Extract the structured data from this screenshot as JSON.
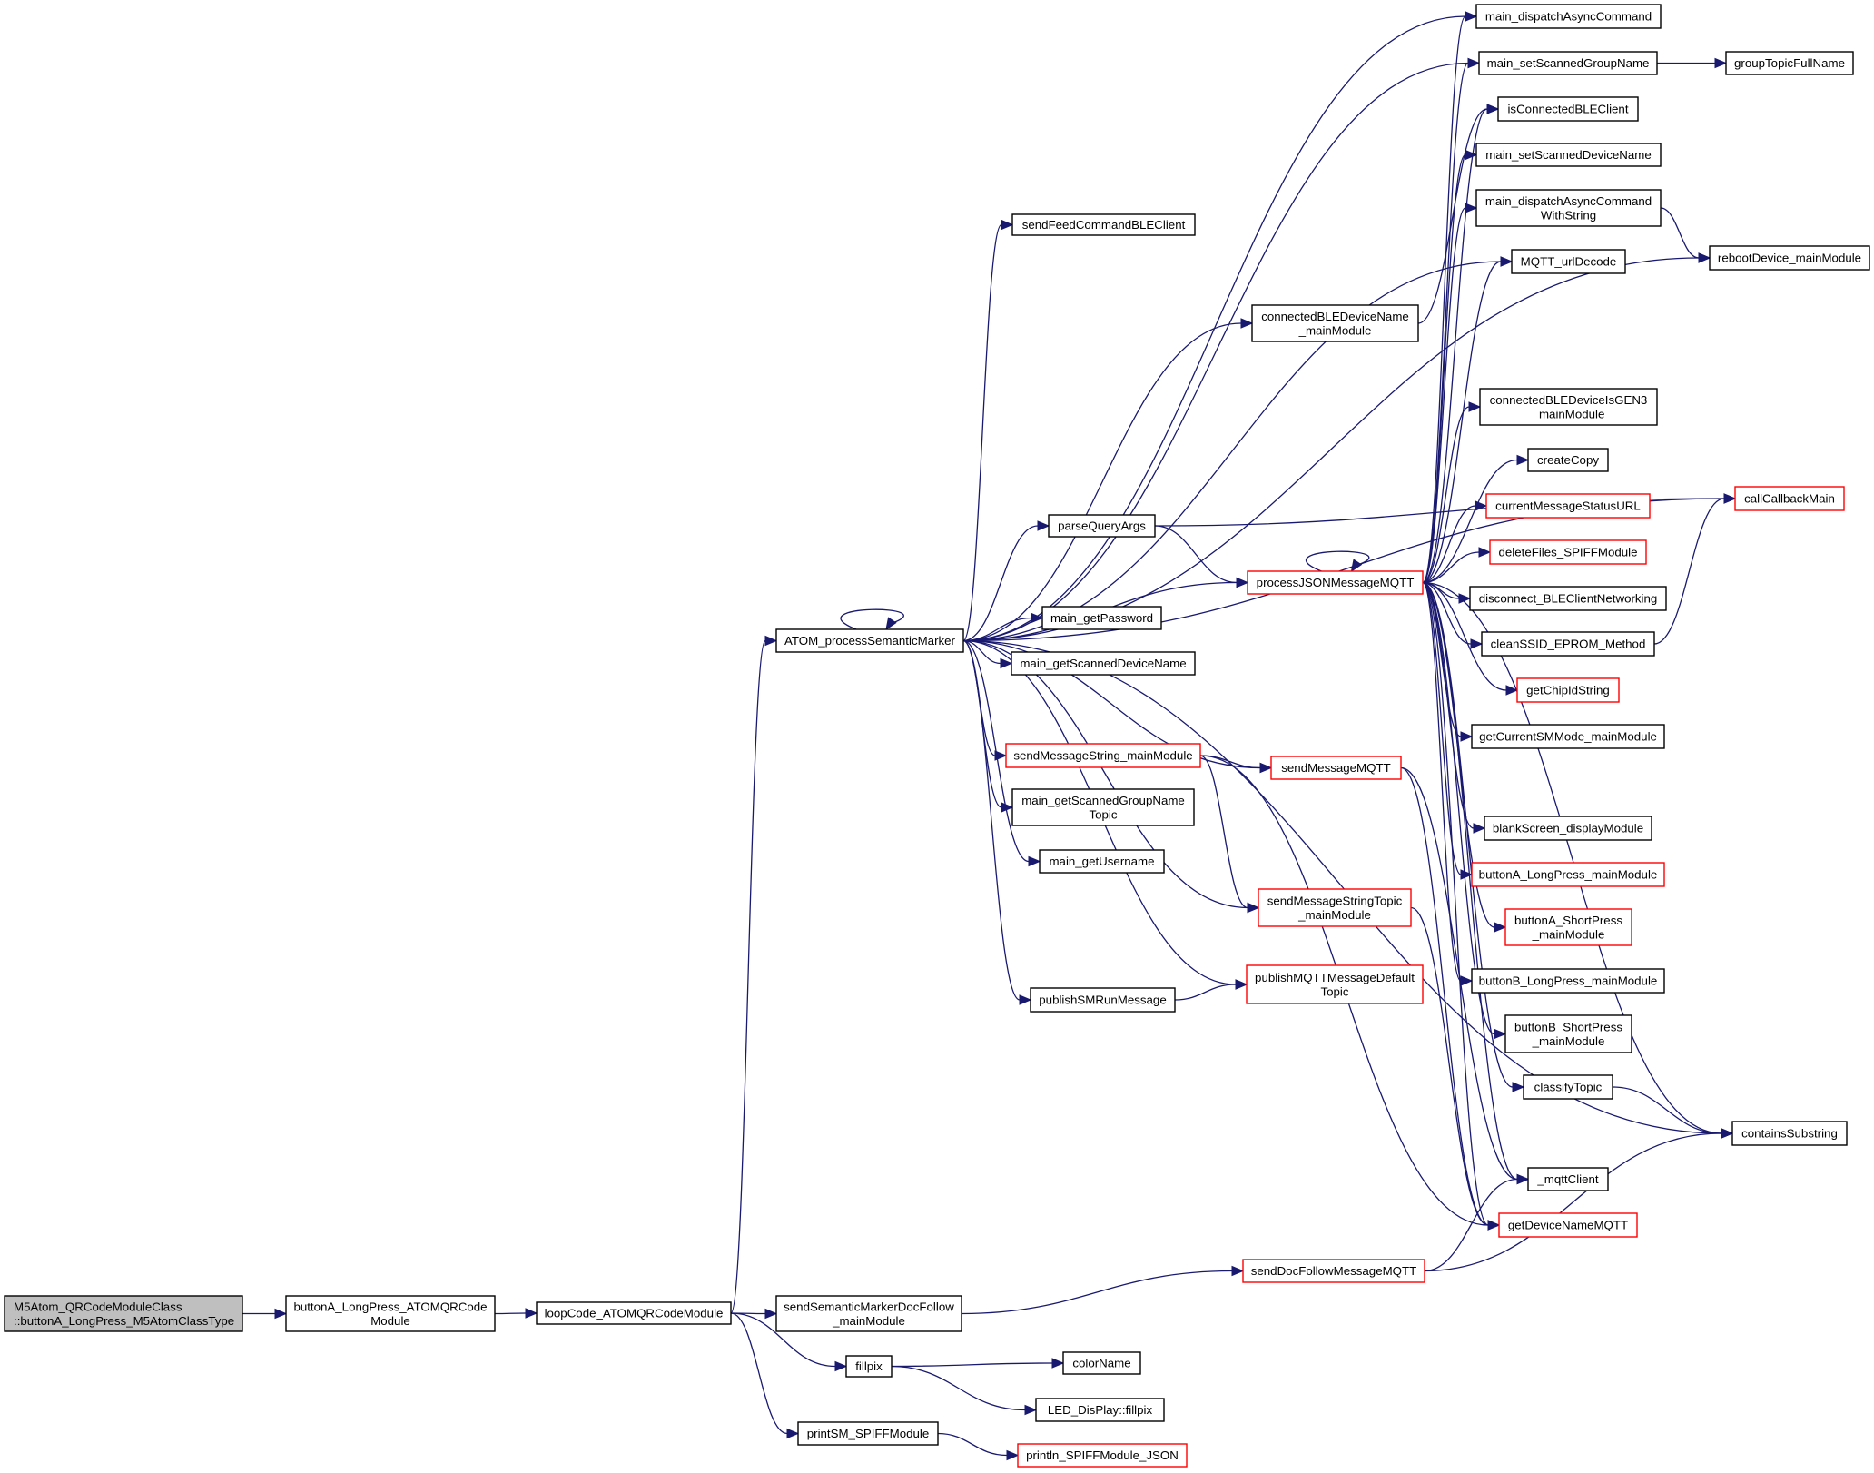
{
  "diagram": {
    "type": "call-graph",
    "direction": "left-to-right",
    "colors": {
      "edge": "#191970",
      "node_border": "#000000",
      "truncated_node_border": "#ff0000",
      "root_fill": "#bfbfbf",
      "node_fill": "#ffffff"
    },
    "nodes": [
      {
        "id": "root",
        "lines": [
          "M5Atom_QRCodeModuleClass",
          "::buttonA_LongPress_M5AtomClassType"
        ],
        "kind": "root",
        "align": "left"
      },
      {
        "id": "btnA_atom",
        "lines": [
          "buttonA_LongPress_ATOMQRCode",
          "Module"
        ],
        "kind": "normal"
      },
      {
        "id": "loopCode",
        "lines": [
          "loopCode_ATOMQRCodeModule"
        ],
        "kind": "normal"
      },
      {
        "id": "atomProcess",
        "lines": [
          "ATOM_processSemanticMarker"
        ],
        "kind": "normal"
      },
      {
        "id": "sendSMDocFollow",
        "lines": [
          "sendSemanticMarkerDocFollow",
          "_mainModule"
        ],
        "kind": "normal"
      },
      {
        "id": "fillpix",
        "lines": [
          "fillpix"
        ],
        "kind": "normal"
      },
      {
        "id": "printSM",
        "lines": [
          "printSM_SPIFFModule"
        ],
        "kind": "normal"
      },
      {
        "id": "colorName",
        "lines": [
          "colorName"
        ],
        "kind": "normal"
      },
      {
        "id": "ledFillpix",
        "lines": [
          "LED_DisPlay::fillpix"
        ],
        "kind": "normal"
      },
      {
        "id": "printlnSPIFF",
        "lines": [
          "println_SPIFFModule_JSON"
        ],
        "kind": "truncated"
      },
      {
        "id": "sendFeed",
        "lines": [
          "sendFeedCommandBLEClient"
        ],
        "kind": "normal"
      },
      {
        "id": "connBLEName",
        "lines": [
          "connectedBLEDeviceName",
          "_mainModule"
        ],
        "kind": "normal"
      },
      {
        "id": "parseQueryArgs",
        "lines": [
          "parseQueryArgs"
        ],
        "kind": "normal"
      },
      {
        "id": "getPassword",
        "lines": [
          "main_getPassword"
        ],
        "kind": "normal"
      },
      {
        "id": "getScannedDeviceName",
        "lines": [
          "main_getScannedDeviceName"
        ],
        "kind": "normal"
      },
      {
        "id": "sendMessageString",
        "lines": [
          "sendMessageString_mainModule"
        ],
        "kind": "truncated"
      },
      {
        "id": "getScannedGroupTopic",
        "lines": [
          "main_getScannedGroupName",
          "Topic"
        ],
        "kind": "normal"
      },
      {
        "id": "getUsername",
        "lines": [
          "main_getUsername"
        ],
        "kind": "normal"
      },
      {
        "id": "publishSMRun",
        "lines": [
          "publishSMRunMessage"
        ],
        "kind": "normal"
      },
      {
        "id": "processJSON",
        "lines": [
          "processJSONMessageMQTT"
        ],
        "kind": "truncated"
      },
      {
        "id": "sendMessageMQTT",
        "lines": [
          "sendMessageMQTT"
        ],
        "kind": "truncated"
      },
      {
        "id": "sendMsgStringTopic",
        "lines": [
          "sendMessageStringTopic",
          "_mainModule"
        ],
        "kind": "truncated"
      },
      {
        "id": "publishDefault",
        "lines": [
          "publishMQTTMessageDefault",
          "Topic"
        ],
        "kind": "truncated"
      },
      {
        "id": "sendDocFollowMQTT",
        "lines": [
          "sendDocFollowMessageMQTT"
        ],
        "kind": "truncated"
      },
      {
        "id": "dispatchAsync",
        "lines": [
          "main_dispatchAsyncCommand"
        ],
        "kind": "normal"
      },
      {
        "id": "setScannedGroup",
        "lines": [
          "main_setScannedGroupName"
        ],
        "kind": "normal"
      },
      {
        "id": "isConnectedBLE",
        "lines": [
          "isConnectedBLEClient"
        ],
        "kind": "normal"
      },
      {
        "id": "setScannedDevice",
        "lines": [
          "main_setScannedDeviceName"
        ],
        "kind": "normal"
      },
      {
        "id": "dispatchAsyncStr",
        "lines": [
          "main_dispatchAsyncCommand",
          "WithString"
        ],
        "kind": "normal"
      },
      {
        "id": "urlDecode",
        "lines": [
          "MQTT_urlDecode"
        ],
        "kind": "normal"
      },
      {
        "id": "connGEN3",
        "lines": [
          "connectedBLEDeviceIsGEN3",
          "_mainModule"
        ],
        "kind": "normal"
      },
      {
        "id": "createCopy",
        "lines": [
          "createCopy"
        ],
        "kind": "normal"
      },
      {
        "id": "currentStatusURL",
        "lines": [
          "currentMessageStatusURL"
        ],
        "kind": "truncated"
      },
      {
        "id": "deleteFiles",
        "lines": [
          "deleteFiles_SPIFFModule"
        ],
        "kind": "truncated"
      },
      {
        "id": "disconnectBLE",
        "lines": [
          "disconnect_BLEClientNetworking"
        ],
        "kind": "normal"
      },
      {
        "id": "cleanSSID",
        "lines": [
          "cleanSSID_EPROM_Method"
        ],
        "kind": "normal"
      },
      {
        "id": "getChipId",
        "lines": [
          "getChipIdString"
        ],
        "kind": "truncated"
      },
      {
        "id": "getSMMode",
        "lines": [
          "getCurrentSMMode_mainModule"
        ],
        "kind": "normal"
      },
      {
        "id": "blankScreen",
        "lines": [
          "blankScreen_displayModule"
        ],
        "kind": "normal"
      },
      {
        "id": "btnALong",
        "lines": [
          "buttonA_LongPress_mainModule"
        ],
        "kind": "truncated"
      },
      {
        "id": "btnAShort",
        "lines": [
          "buttonA_ShortPress",
          "_mainModule"
        ],
        "kind": "truncated"
      },
      {
        "id": "btnBLong",
        "lines": [
          "buttonB_LongPress_mainModule"
        ],
        "kind": "normal"
      },
      {
        "id": "btnBShort",
        "lines": [
          "buttonB_ShortPress",
          "_mainModule"
        ],
        "kind": "normal"
      },
      {
        "id": "classifyTopic",
        "lines": [
          "classifyTopic"
        ],
        "kind": "normal"
      },
      {
        "id": "mqttClient",
        "lines": [
          "_mqttClient"
        ],
        "kind": "normal"
      },
      {
        "id": "getDeviceNameMQTT",
        "lines": [
          "getDeviceNameMQTT"
        ],
        "kind": "truncated"
      },
      {
        "id": "groupTopicFullName",
        "lines": [
          "groupTopicFullName"
        ],
        "kind": "normal"
      },
      {
        "id": "rebootDevice",
        "lines": [
          "rebootDevice_mainModule"
        ],
        "kind": "normal"
      },
      {
        "id": "callCallbackMain",
        "lines": [
          "callCallbackMain"
        ],
        "kind": "truncated"
      },
      {
        "id": "containsSubstring",
        "lines": [
          "containsSubstring"
        ],
        "kind": "normal"
      }
    ],
    "edges": [
      [
        "root",
        "btnA_atom"
      ],
      [
        "btnA_atom",
        "loopCode"
      ],
      [
        "loopCode",
        "sendSMDocFollow"
      ],
      [
        "loopCode",
        "atomProcess"
      ],
      [
        "loopCode",
        "fillpix"
      ],
      [
        "loopCode",
        "printSM"
      ],
      [
        "fillpix",
        "colorName"
      ],
      [
        "fillpix",
        "ledFillpix"
      ],
      [
        "printSM",
        "printlnSPIFF"
      ],
      [
        "sendSMDocFollow",
        "sendDocFollowMQTT"
      ],
      [
        "sendDocFollowMQTT",
        "mqttClient"
      ],
      [
        "sendDocFollowMQTT",
        "containsSubstring"
      ],
      [
        "atomProcess",
        "atomProcess"
      ],
      [
        "atomProcess",
        "dispatchAsync"
      ],
      [
        "atomProcess",
        "setScannedGroup"
      ],
      [
        "atomProcess",
        "sendFeed"
      ],
      [
        "atomProcess",
        "connBLEName"
      ],
      [
        "atomProcess",
        "rebootDevice"
      ],
      [
        "atomProcess",
        "callCallbackMain"
      ],
      [
        "atomProcess",
        "parseQueryArgs"
      ],
      [
        "atomProcess",
        "processJSON"
      ],
      [
        "atomProcess",
        "getPassword"
      ],
      [
        "atomProcess",
        "getScannedDeviceName"
      ],
      [
        "atomProcess",
        "sendMessageString"
      ],
      [
        "atomProcess",
        "sendMessageMQTT"
      ],
      [
        "atomProcess",
        "getScannedGroupTopic"
      ],
      [
        "atomProcess",
        "getUsername"
      ],
      [
        "atomProcess",
        "sendMsgStringTopic"
      ],
      [
        "atomProcess",
        "publishDefault"
      ],
      [
        "atomProcess",
        "publishSMRun"
      ],
      [
        "atomProcess",
        "containsSubstring"
      ],
      [
        "atomProcess",
        "urlDecode"
      ],
      [
        "connBLEName",
        "isConnectedBLE"
      ],
      [
        "parseQueryArgs",
        "processJSON"
      ],
      [
        "parseQueryArgs",
        "callCallbackMain"
      ],
      [
        "sendMessageString",
        "sendMessageMQTT"
      ],
      [
        "sendMessageString",
        "sendMsgStringTopic"
      ],
      [
        "sendMessageString",
        "getDeviceNameMQTT"
      ],
      [
        "publishSMRun",
        "publishDefault"
      ],
      [
        "sendMsgStringTopic",
        "getDeviceNameMQTT"
      ],
      [
        "sendMessageMQTT",
        "mqttClient"
      ],
      [
        "sendMessageMQTT",
        "getDeviceNameMQTT"
      ],
      [
        "processJSON",
        "processJSON"
      ],
      [
        "processJSON",
        "dispatchAsync"
      ],
      [
        "processJSON",
        "setScannedGroup"
      ],
      [
        "processJSON",
        "isConnectedBLE"
      ],
      [
        "processJSON",
        "setScannedDevice"
      ],
      [
        "processJSON",
        "dispatchAsyncStr"
      ],
      [
        "processJSON",
        "urlDecode"
      ],
      [
        "processJSON",
        "connGEN3"
      ],
      [
        "processJSON",
        "createCopy"
      ],
      [
        "processJSON",
        "currentStatusURL"
      ],
      [
        "processJSON",
        "deleteFiles"
      ],
      [
        "processJSON",
        "disconnectBLE"
      ],
      [
        "processJSON",
        "cleanSSID"
      ],
      [
        "processJSON",
        "getChipId"
      ],
      [
        "processJSON",
        "getSMMode"
      ],
      [
        "processJSON",
        "blankScreen"
      ],
      [
        "processJSON",
        "btnALong"
      ],
      [
        "processJSON",
        "btnAShort"
      ],
      [
        "processJSON",
        "btnBLong"
      ],
      [
        "processJSON",
        "btnBShort"
      ],
      [
        "processJSON",
        "classifyTopic"
      ],
      [
        "processJSON",
        "mqttClient"
      ],
      [
        "processJSON",
        "getDeviceNameMQTT"
      ],
      [
        "processJSON",
        "containsSubstring"
      ],
      [
        "setScannedGroup",
        "groupTopicFullName"
      ],
      [
        "dispatchAsyncStr",
        "rebootDevice"
      ],
      [
        "cleanSSID",
        "callCallbackMain"
      ],
      [
        "classifyTopic",
        "containsSubstring"
      ]
    ]
  }
}
